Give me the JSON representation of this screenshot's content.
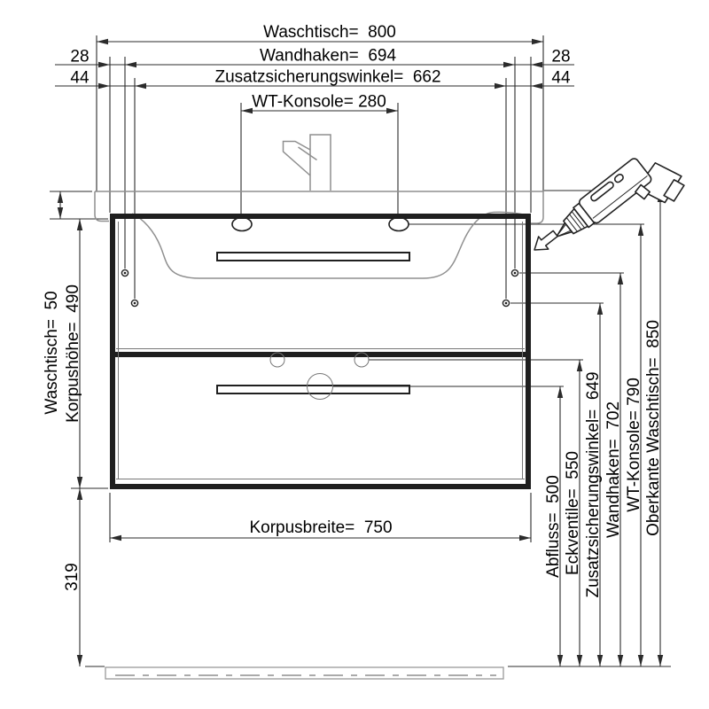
{
  "drawing_type": "furniture installation dimension drawing",
  "colors": {
    "dimension_line": "#2b2b2b",
    "cabinet_line": "#1f1f1f",
    "ceramic_line": "#8f8f8f",
    "floor_line": "#999999",
    "background": "#ffffff"
  },
  "dims": {
    "waschtisch_breite": "Waschtisch=  800",
    "wandhaken_breite": "Wandhaken=  694",
    "zusatz_breite": "Zusatzsicherungswinkel=  662",
    "wt_konsole_breite": "WT-Konsole= 280",
    "offset_28": "28",
    "offset_44": "44",
    "waschtisch_hoehe": "Waschtisch=  50",
    "korpushoehe": "Korpushöhe=  490",
    "sockel_hoehe": "319",
    "korpusbreite": "Korpusbreite=  750",
    "abfluss": "Abfluss=  500",
    "eckventile": "Eckventile=  550",
    "zusatz_hoehe": "Zusatzsicherungswinkel=  649",
    "wandhaken_hoehe": "Wandhaken=  702",
    "wt_konsole_hoehe": "WT-Konsole= 790",
    "oberkante_waschtisch": "Oberkante Waschtisch=  850"
  },
  "icons": {
    "drill": "cordless-drill-icon",
    "direction_arrow": "drill-direction-arrow-icon"
  }
}
